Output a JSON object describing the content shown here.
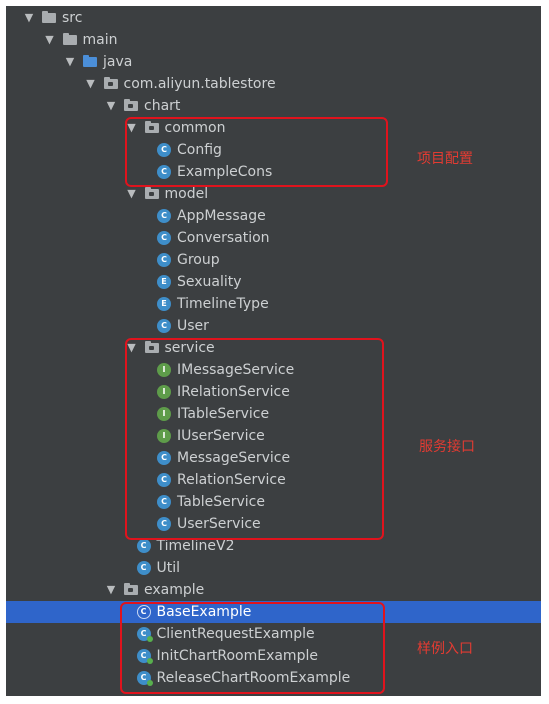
{
  "tree": [
    {
      "label": "src",
      "level": 0,
      "kind": "folder",
      "expanded": true
    },
    {
      "label": "main",
      "level": 1,
      "kind": "folder",
      "expanded": true
    },
    {
      "label": "java",
      "level": 2,
      "kind": "folder-blue",
      "expanded": true
    },
    {
      "label": "com.aliyun.tablestore",
      "level": 3,
      "kind": "package",
      "expanded": true
    },
    {
      "label": "chart",
      "level": 4,
      "kind": "package",
      "expanded": true
    },
    {
      "label": "common",
      "level": 5,
      "kind": "package",
      "expanded": true
    },
    {
      "label": "Config",
      "level": 6,
      "kind": "class",
      "badge": "C"
    },
    {
      "label": "ExampleCons",
      "level": 6,
      "kind": "class",
      "badge": "C"
    },
    {
      "label": "model",
      "level": 5,
      "kind": "package",
      "expanded": true
    },
    {
      "label": "AppMessage",
      "level": 6,
      "kind": "class",
      "badge": "C"
    },
    {
      "label": "Conversation",
      "level": 6,
      "kind": "class",
      "badge": "C"
    },
    {
      "label": "Group",
      "level": 6,
      "kind": "class",
      "badge": "C"
    },
    {
      "label": "Sexuality",
      "level": 6,
      "kind": "enum",
      "badge": "E"
    },
    {
      "label": "TimelineType",
      "level": 6,
      "kind": "enum",
      "badge": "E"
    },
    {
      "label": "User",
      "level": 6,
      "kind": "class",
      "badge": "C"
    },
    {
      "label": "service",
      "level": 5,
      "kind": "package",
      "expanded": true
    },
    {
      "label": "IMessageService",
      "level": 6,
      "kind": "interface",
      "badge": "I"
    },
    {
      "label": "IRelationService",
      "level": 6,
      "kind": "interface",
      "badge": "I"
    },
    {
      "label": "ITableService",
      "level": 6,
      "kind": "interface",
      "badge": "I"
    },
    {
      "label": "IUserService",
      "level": 6,
      "kind": "interface",
      "badge": "I"
    },
    {
      "label": "MessageService",
      "level": 6,
      "kind": "class",
      "badge": "C"
    },
    {
      "label": "RelationService",
      "level": 6,
      "kind": "class",
      "badge": "C"
    },
    {
      "label": "TableService",
      "level": 6,
      "kind": "class",
      "badge": "C"
    },
    {
      "label": "UserService",
      "level": 6,
      "kind": "class",
      "badge": "C"
    },
    {
      "label": "TimelineV2",
      "level": 5,
      "kind": "class",
      "badge": "C"
    },
    {
      "label": "Util",
      "level": 5,
      "kind": "class",
      "badge": "C"
    },
    {
      "label": "example",
      "level": 4,
      "kind": "package",
      "expanded": true
    },
    {
      "label": "BaseExample",
      "level": 5,
      "kind": "class",
      "badge": "C",
      "selected": true
    },
    {
      "label": "ClientRequestExample",
      "level": 5,
      "kind": "runnable",
      "badge": "C"
    },
    {
      "label": "InitChartRoomExample",
      "level": 5,
      "kind": "runnable",
      "badge": "C"
    },
    {
      "label": "ReleaseChartRoomExample",
      "level": 5,
      "kind": "runnable",
      "badge": "C"
    }
  ],
  "annotations": {
    "common_note": "项目配置",
    "service_note": "服务接口",
    "example_note": "样例入口"
  },
  "colors": {
    "panel_background": "#3c3f41",
    "selection": "#2f65ca",
    "highlight_box": "#e0131d",
    "note_text": "#e33b32",
    "class_badge": "#3e8ec9",
    "interface_badge": "#5e9c4a"
  }
}
